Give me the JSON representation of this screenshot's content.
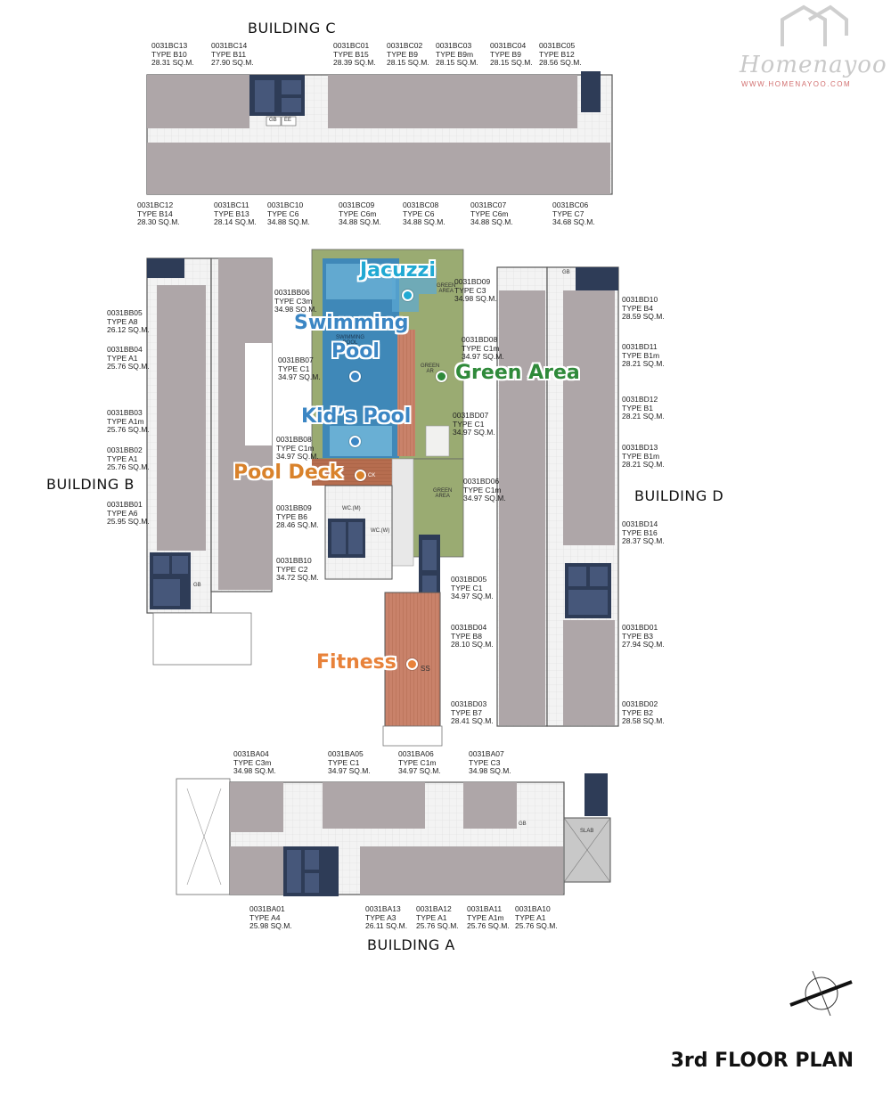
{
  "plan_title": "3rd FLOOR PLAN",
  "logo": {
    "word": "Homenayoo",
    "url": "WWW.HOMENAYOO.COM"
  },
  "buildings": {
    "a": "BUILDING A",
    "b": "BUILDING B",
    "c": "BUILDING C",
    "d": "BUILDING D"
  },
  "amenities": {
    "jacuzzi": "Jacuzzi",
    "swimming_pool_1": "Swimming",
    "swimming_pool_2": "Pool",
    "green_area": "Green Area",
    "kids_pool": "Kid’s Pool",
    "pool_deck": "Pool Deck",
    "fitness": "Fitness"
  },
  "map_text": {
    "green_area_1": "GREEN",
    "green_area_2": "AREA",
    "green_area_mid": "GREEN",
    "green_area_mid2": "AR",
    "green_area_low_1": "GREEN",
    "green_area_low_2": "AREA",
    "swimming_1": "SWIMMING",
    "swimming_2": "POOL",
    "deck": "CK",
    "fitness": "SS",
    "wc_m": "WC.(M)",
    "wc_w": "WC.(W)",
    "slab": "SLAB",
    "gb": "GB",
    "ee": "EE"
  },
  "units": {
    "BC13": [
      "0031BC13",
      "TYPE B10",
      "28.31 SQ.M."
    ],
    "BC14": [
      "0031BC14",
      "TYPE B11",
      "27.90 SQ.M."
    ],
    "BC01": [
      "0031BC01",
      "TYPE B15",
      "28.39 SQ.M."
    ],
    "BC02": [
      "0031BC02",
      "TYPE B9",
      "28.15 SQ.M."
    ],
    "BC03": [
      "0031BC03",
      "TYPE B9m",
      "28.15 SQ.M."
    ],
    "BC04": [
      "0031BC04",
      "TYPE B9",
      "28.15 SQ.M."
    ],
    "BC05": [
      "0031BC05",
      "TYPE B12",
      "28.56 SQ.M."
    ],
    "BC12": [
      "0031BC12",
      "TYPE B14",
      "28.30 SQ.M."
    ],
    "BC11": [
      "0031BC11",
      "TYPE B13",
      "28.14 SQ.M."
    ],
    "BC10": [
      "0031BC10",
      "TYPE C6",
      "34.88 SQ.M."
    ],
    "BC09": [
      "0031BC09",
      "TYPE C6m",
      "34.88 SQ.M."
    ],
    "BC08": [
      "0031BC08",
      "TYPE C6",
      "34.88 SQ.M."
    ],
    "BC07": [
      "0031BC07",
      "TYPE C6m",
      "34.88 SQ.M."
    ],
    "BC06": [
      "0031BC06",
      "TYPE C7",
      "34.68 SQ.M."
    ],
    "BB05": [
      "0031BB05",
      "TYPE A8",
      "26.12 SQ.M."
    ],
    "BB04": [
      "0031BB04",
      "TYPE A1",
      "25.76 SQ.M."
    ],
    "BB03": [
      "0031BB03",
      "TYPE A1m",
      "25.76 SQ.M."
    ],
    "BB02": [
      "0031BB02",
      "TYPE A1",
      "25.76 SQ.M."
    ],
    "BB01": [
      "0031BB01",
      "TYPE A6",
      "25.95 SQ.M."
    ],
    "BB06": [
      "0031BB06",
      "TYPE C3m",
      "34.98 SQ.M."
    ],
    "BB07": [
      "0031BB07",
      "TYPE C1",
      "34.97 SQ.M."
    ],
    "BB08": [
      "0031BB08",
      "TYPE C1m",
      "34.97 SQ.M."
    ],
    "BB09": [
      "0031BB09",
      "TYPE B6",
      "28.46 SQ.M."
    ],
    "BB10": [
      "0031BB10",
      "TYPE C2",
      "34.72 SQ.M."
    ],
    "BD09": [
      "0031BD09",
      "TYPE C3",
      "34.98 SQ.M."
    ],
    "BD08": [
      "0031BD08",
      "TYPE C1m",
      "34.97 SQ.M."
    ],
    "BD07": [
      "0031BD07",
      "TYPE C1",
      "34.97 SQ.M."
    ],
    "BD06": [
      "0031BD06",
      "TYPE C1m",
      "34.97 SQ.M."
    ],
    "BD05": [
      "0031BD05",
      "TYPE C1",
      "34.97 SQ.M."
    ],
    "BD04": [
      "0031BD04",
      "TYPE B8",
      "28.10 SQ.M."
    ],
    "BD03": [
      "0031BD03",
      "TYPE B7",
      "28.41 SQ.M."
    ],
    "BD10": [
      "0031BD10",
      "TYPE B4",
      "28.59 SQ.M."
    ],
    "BD11": [
      "0031BD11",
      "TYPE B1m",
      "28.21 SQ.M."
    ],
    "BD12": [
      "0031BD12",
      "TYPE B1",
      "28.21 SQ.M."
    ],
    "BD13": [
      "0031BD13",
      "TYPE B1m",
      "28.21 SQ.M."
    ],
    "BD14": [
      "0031BD14",
      "TYPE B16",
      "28.37 SQ.M."
    ],
    "BD01": [
      "0031BD01",
      "TYPE B3",
      "27.94 SQ.M."
    ],
    "BD02": [
      "0031BD02",
      "TYPE B2",
      "28.58 SQ.M."
    ],
    "BA04": [
      "0031BA04",
      "TYPE C3m",
      "34.98 SQ.M."
    ],
    "BA05": [
      "0031BA05",
      "TYPE C1",
      "34.97 SQ.M."
    ],
    "BA06": [
      "0031BA06",
      "TYPE C1m",
      "34.97 SQ.M."
    ],
    "BA07": [
      "0031BA07",
      "TYPE C3",
      "34.98 SQ.M."
    ],
    "BA01": [
      "0031BA01",
      "TYPE A4",
      "25.98 SQ.M."
    ],
    "BA13": [
      "0031BA13",
      "TYPE A3",
      "26.11 SQ.M."
    ],
    "BA12": [
      "0031BA12",
      "TYPE A1",
      "25.76 SQ.M."
    ],
    "BA11": [
      "0031BA11",
      "TYPE A1m",
      "25.76 SQ.M."
    ],
    "BA10": [
      "0031BA10",
      "TYPE A1",
      "25.76 SQ.M."
    ]
  },
  "colors": {
    "unit": "#aea6a8",
    "corridor": "#f1f1ef",
    "core": "#2e3c57",
    "pool": "#3f88b8",
    "green": "#9aab72",
    "deck": "#b86e4f",
    "jacuzzi_label": "#21a9d3",
    "pool_label": "#3b86c4",
    "green_label": "#2f8a3a",
    "deck_label": "#d9822b",
    "fitness_label": "#e8823a"
  }
}
